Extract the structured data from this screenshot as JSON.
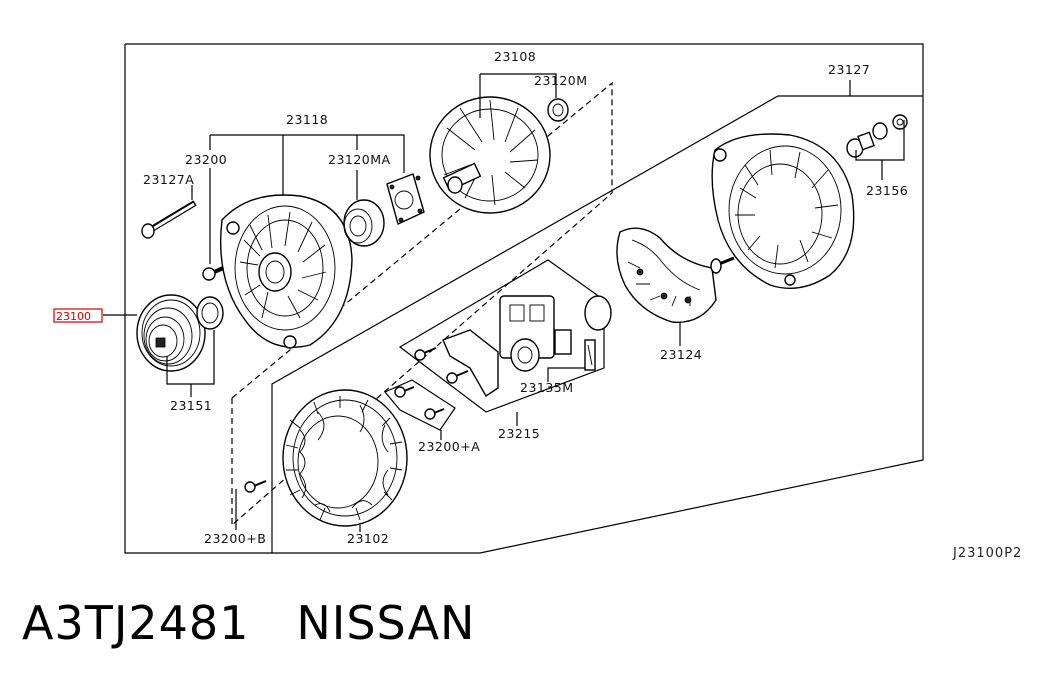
{
  "diagram": {
    "labels": {
      "p23108": "23108",
      "p23120M": "23120M",
      "p23127": "23127",
      "p23118": "23118",
      "p23200": "23200",
      "p23120MA": "23120MA",
      "p23127A": "23127A",
      "p23156": "23156",
      "p23100": "23100",
      "p23124": "23124",
      "p23135M": "23135M",
      "p23151": "23151",
      "p23215": "23215",
      "p23200A": "23200+A",
      "p23200B": "23200+B",
      "p23102": "23102"
    },
    "reference": "J23100P2"
  },
  "caption": {
    "part_number": "A3TJ2481",
    "brand": "NISSAN"
  }
}
